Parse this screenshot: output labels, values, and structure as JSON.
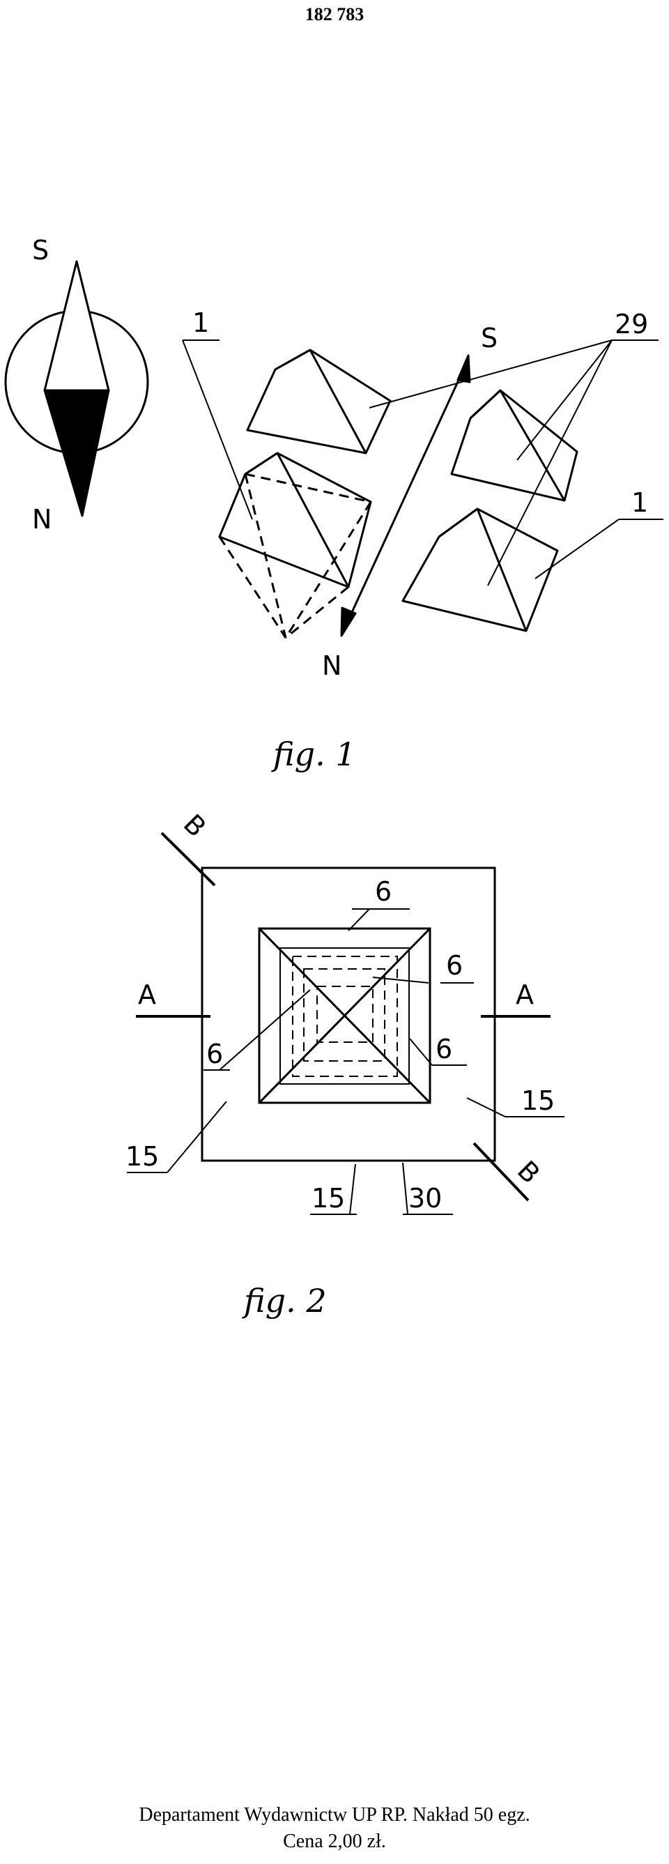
{
  "header": {
    "page_number": "182 783"
  },
  "figure1": {
    "caption": "fig. 1",
    "compass": {
      "south": "S",
      "north": "N"
    },
    "arrow": {
      "south": "S",
      "north": "N"
    },
    "ref_pyramid_left": "1",
    "ref_pyramid_right": "1",
    "ref_group": "29"
  },
  "figure2": {
    "caption": "fig. 2",
    "section_a_left": "A",
    "section_a_right": "A",
    "section_b_top": "B",
    "section_b_bottom": "B",
    "ref_6_top": "6",
    "ref_6_upper_right": "6",
    "ref_6_left": "6",
    "ref_6_right": "6",
    "ref_15_left": "15",
    "ref_15_right": "15",
    "ref_15_bottom": "15",
    "ref_30": "30"
  },
  "footer": {
    "line1": "Departament Wydawnictw UP RP. Nakład 50 egz.",
    "line2": "Cena 2,00 zł."
  }
}
